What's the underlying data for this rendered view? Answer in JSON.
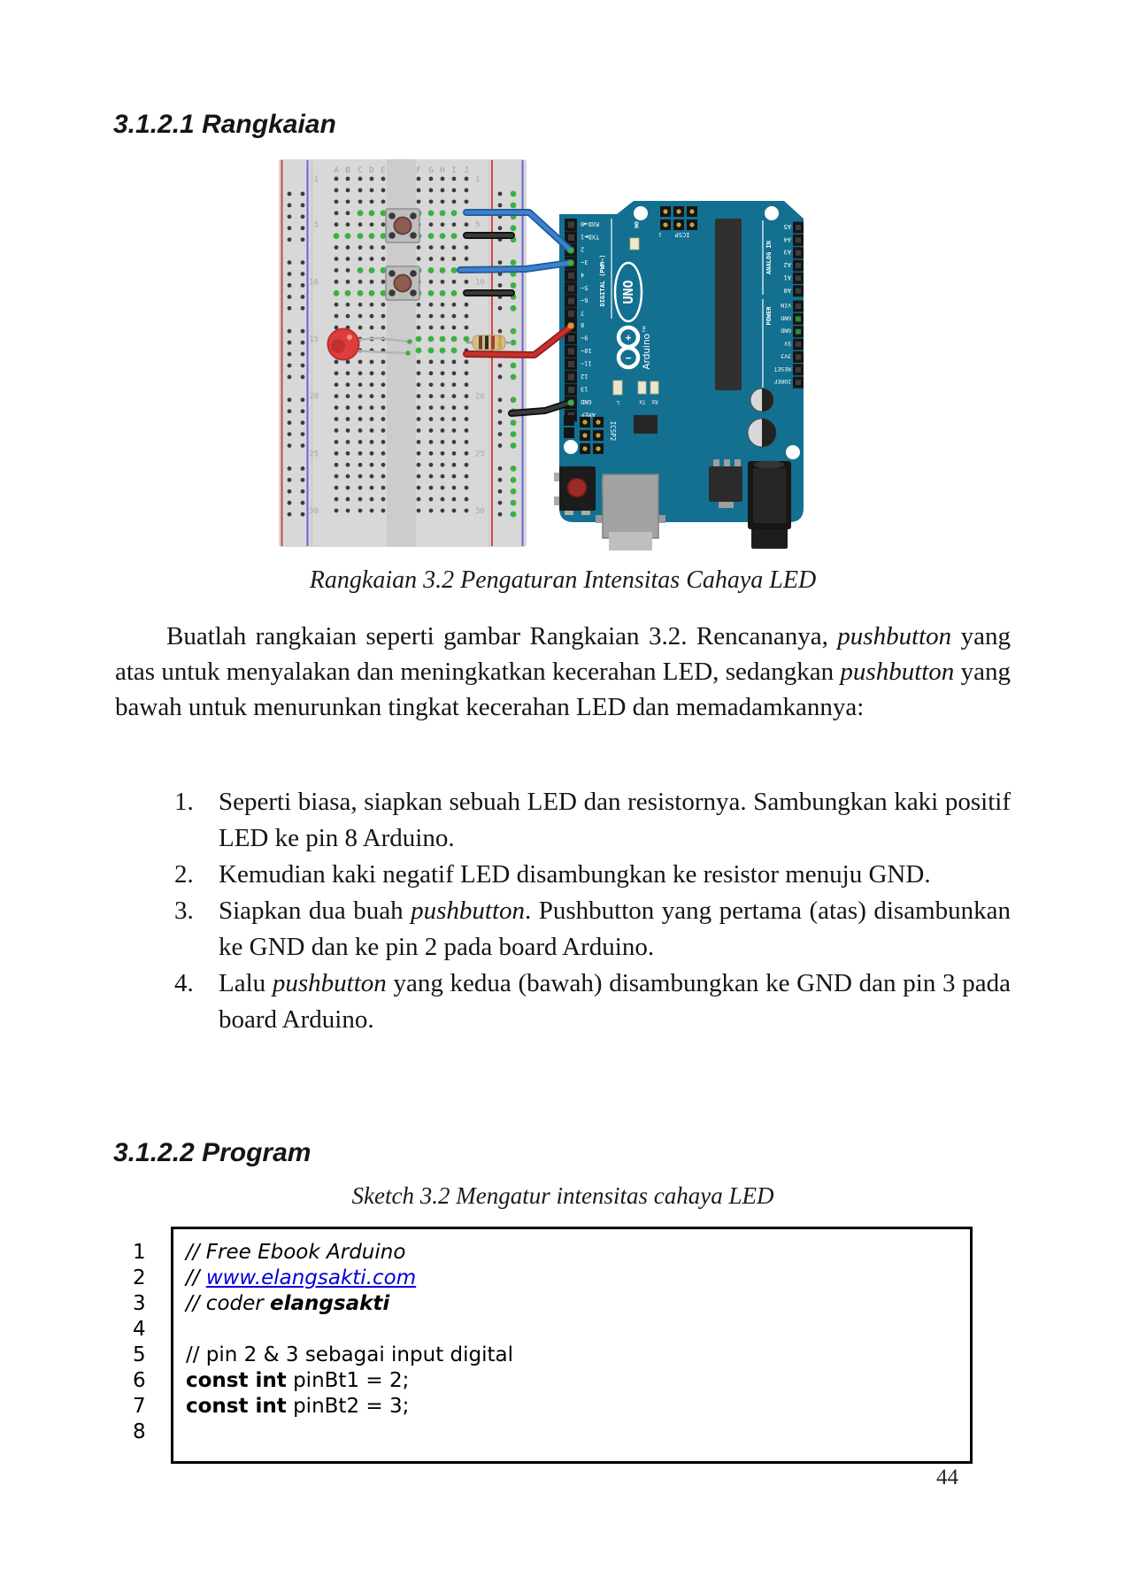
{
  "page": {
    "number": "44"
  },
  "section1": {
    "heading": "3.1.2.1 Rangkaian"
  },
  "figure": {
    "caption": "Rangkaian 3.2 Pengaturan Intensitas Cahaya LED",
    "breadboard": {
      "column_letters": [
        "A",
        "B",
        "C",
        "D",
        "E",
        "F",
        "G",
        "H",
        "I",
        "J"
      ],
      "row_numbers": [
        "1",
        "5",
        "10",
        "15",
        "20",
        "25",
        "30"
      ]
    },
    "arduino": {
      "digital_header": "DIGITAL (PWM~)",
      "digital_labels": [
        "RXD◄0",
        "TXD►1",
        "2",
        "3~",
        "4",
        "5~",
        "6~",
        "7",
        "8",
        "9~",
        "10~",
        "11~",
        "12",
        "13",
        "GND",
        "AREF"
      ],
      "analog_header": "ANALOG IN",
      "analog_labels": [
        "A5",
        "A4",
        "A3",
        "A2",
        "A1",
        "A0"
      ],
      "power_header": "POWER",
      "power_labels": [
        "VIN",
        "GND",
        "GND",
        "5V",
        "3V3",
        "RESET",
        "IOREF"
      ],
      "brand_uno": "UNO",
      "brand_arduino": "Arduino™",
      "on_label": "ON",
      "led_labels": [
        "L",
        "TX",
        "RX"
      ],
      "icsp_label": "ICSP",
      "icsp_pin1": "1",
      "icsp2_label": "ICSP2",
      "reset_label": "RESET"
    },
    "colors": {
      "board": "#137090",
      "wire_blue": "#3b82d0",
      "wire_red": "#c9302c",
      "wire_black": "#1a1a1a",
      "hole_green": "#3cb043",
      "led_red": "#de3d3d",
      "rail_red_line": "#cf4646",
      "rail_blue_line": "#6565d8"
    }
  },
  "paragraph": {
    "p1": "Buatlah rangkaian seperti gambar Rangkaian 3.2. Rencananya, ",
    "i1": "pushbutton",
    "p2": " yang atas untuk menyalakan dan meningkatkan kecerahan LED, sedangkan ",
    "i2": "pushbutton",
    "p3": " yang bawah untuk menurunkan tingkat kecerahan LED dan memadamkannya:"
  },
  "list": {
    "items": [
      {
        "num": "1.",
        "t1": "Seperti biasa, siapkan sebuah LED dan resistornya. Sambungkan kaki positif LED ke pin 8 Arduino."
      },
      {
        "num": "2.",
        "t1": "Kemudian kaki negatif LED disambungkan ke resistor menuju GND."
      },
      {
        "num": "3.",
        "t1": "Siapkan dua buah ",
        "i1": "pushbutton",
        "t2": ". Pushbutton yang pertama (atas) disambunkan ke GND dan ke pin 2 pada board Arduino."
      },
      {
        "num": "4.",
        "t1": "Lalu ",
        "i1": "pushbutton",
        "t2": " yang kedua (bawah) disambungkan ke GND dan pin 3 pada board Arduino."
      }
    ]
  },
  "section2": {
    "heading": "3.1.2.2 Program",
    "caption": "Sketch 3.2 Mengatur intensitas cahaya LED"
  },
  "code": {
    "line_numbers": [
      "1",
      "2",
      "3",
      "4",
      "5",
      "6",
      "7",
      "8"
    ],
    "lines": [
      {
        "comment": "// Free Ebook Arduino"
      },
      {
        "comment_prefix": "// ",
        "link": "www.elangsakti.com"
      },
      {
        "comment_prefix": "// coder ",
        "bold": "elangsakti"
      },
      {
        "blank": ""
      },
      {
        "comment": "// pin 2 & 3 sebagai input digital"
      },
      {
        "keyword": "const int",
        "rest": " pinBt1 = 2;"
      },
      {
        "keyword": "const int",
        "rest": " pinBt2 = 3;"
      },
      {
        "blank": ""
      }
    ]
  }
}
